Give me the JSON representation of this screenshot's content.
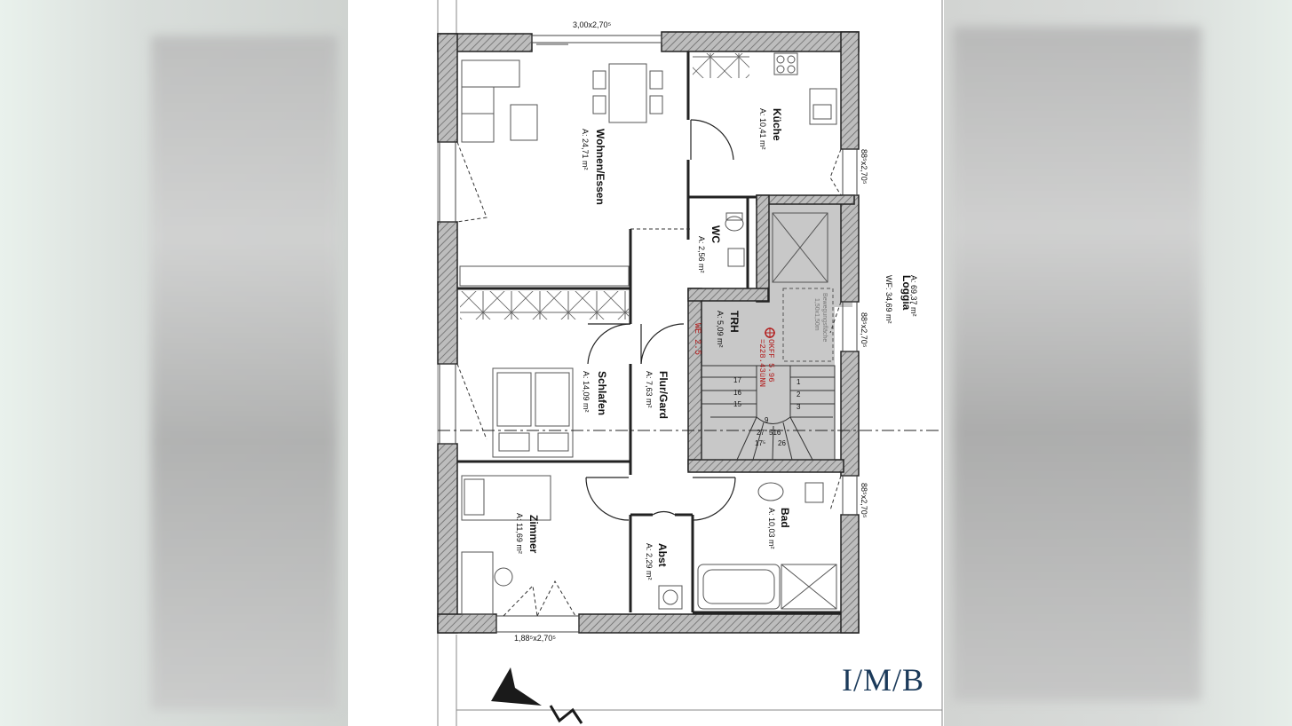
{
  "dimensions": {
    "top": "3,00x2,70⁵",
    "right_kitchen": "88⁵x2,70⁵",
    "right_loggia": "88⁵x2,70⁵",
    "right_bath": "88⁵x2,70⁵",
    "bottom": "1,88⁵x2,70⁵"
  },
  "rooms": {
    "wohnen": {
      "name": "Wohnen/Essen",
      "area": "A: 24,71 m²"
    },
    "kueche": {
      "name": "Küche",
      "area": "A: 10,41 m²"
    },
    "wc": {
      "name": "WC",
      "area": "A: 2,56 m²"
    },
    "trh": {
      "name": "TRH",
      "area": "A: 5,09 m²"
    },
    "flur": {
      "name": "Flur/Gard",
      "area": "A: 7,63 m²"
    },
    "schlafen": {
      "name": "Schlafen",
      "area": "A: 14,09 m²"
    },
    "zimmer": {
      "name": "Zimmer",
      "area": "A: 11,69 m²"
    },
    "abst": {
      "name": "Abst",
      "area": "A: 2,29 m²"
    },
    "bad": {
      "name": "Bad",
      "area": "A: 10,03 m²"
    },
    "loggia": {
      "name": "Loggia",
      "area": "A: 69,37 m²",
      "wf": "WF: 34,69 m²"
    }
  },
  "annotations": {
    "we": "WE 2.5",
    "okff": "OKFF 5.96",
    "nn": "=228.43üNN",
    "bewegung1": "Bewegungsfläche",
    "bewegung2": "1,50x1,50m"
  },
  "stairs": {
    "steps": [
      "17",
      "16",
      "15",
      "1",
      "2",
      "3",
      "9",
      "27",
      "516",
      "17⁵",
      "26"
    ]
  },
  "logo": {
    "text": "I/M/B",
    "color": "#1b3a5a"
  },
  "colors": {
    "wall": "#b0b0b0",
    "shaded": "#c8c8c8",
    "accent_red": "#b32020"
  }
}
